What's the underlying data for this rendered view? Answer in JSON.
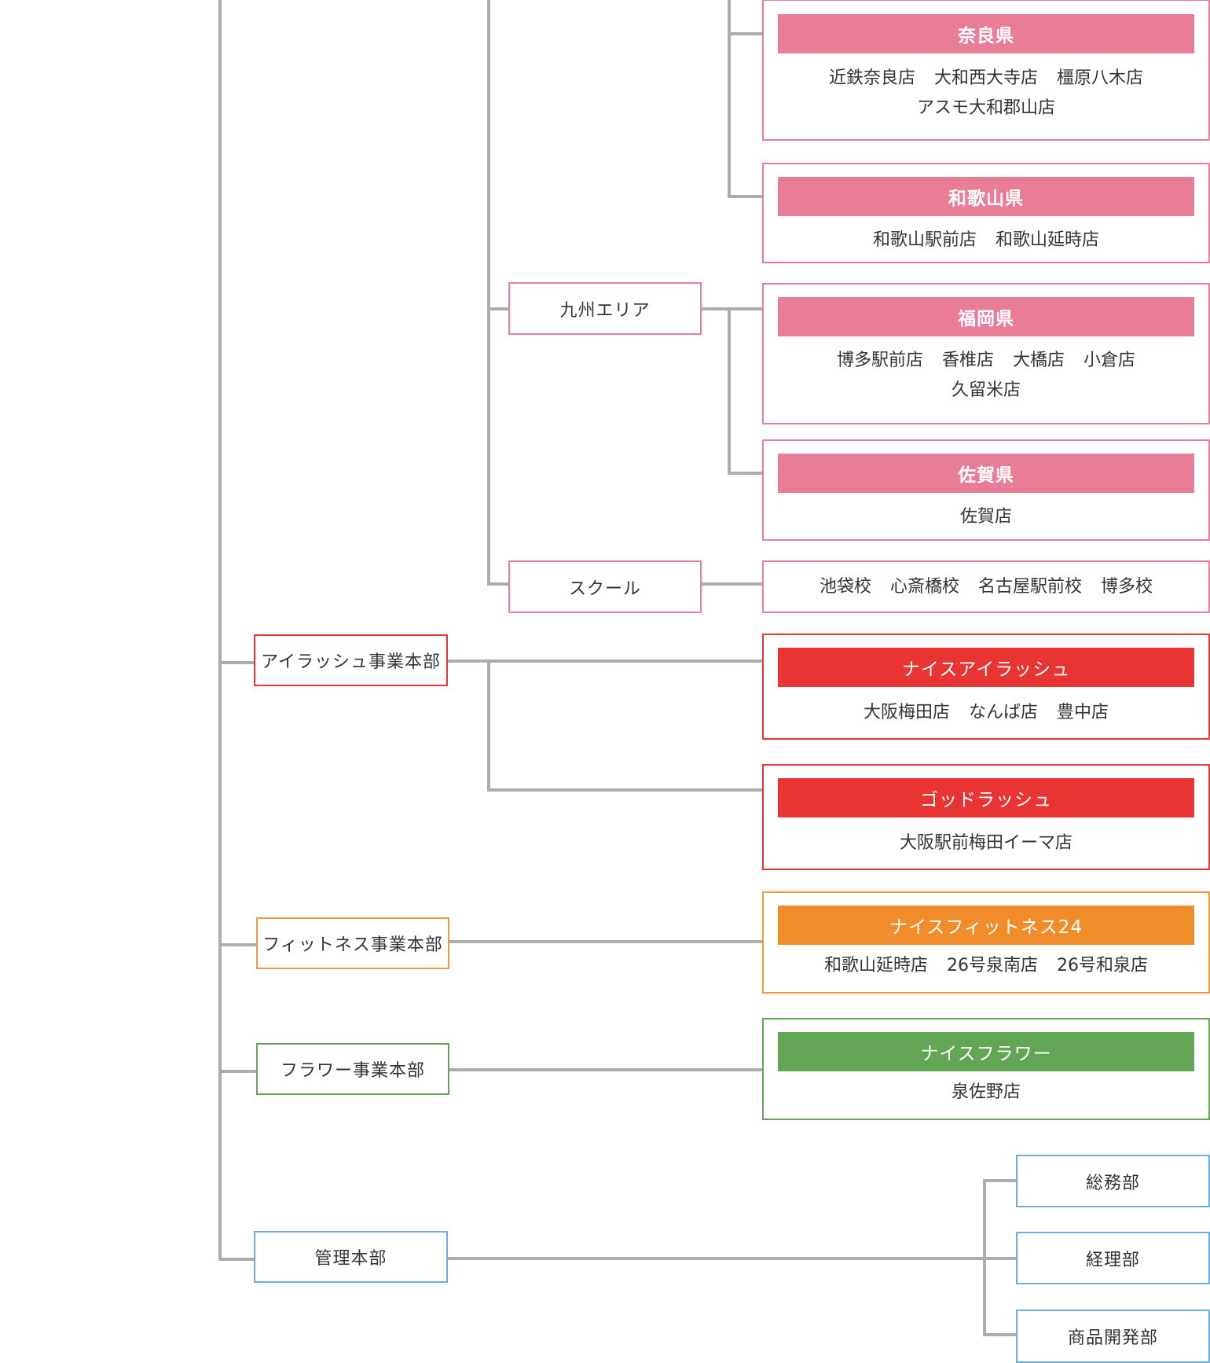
{
  "colors": {
    "area": "#e97d98",
    "eyelash": "#e93434",
    "fitness": "#f08d2a",
    "flower": "#62a655",
    "admin": "#6aaedd",
    "connector": "#adadad"
  },
  "divisions": {
    "kyushu_area": "九州エリア",
    "school": "スクール",
    "eyelash_hq": "アイラッシュ事業本部",
    "fitness_hq": "フィットネス事業本部",
    "flower_hq": "フラワー事業本部",
    "admin_hq": "管理本部"
  },
  "prefectures": [
    {
      "name": "奈良県",
      "stores": [
        "近鉄奈良店",
        "大和西大寺店",
        "橿原八木店",
        "アスモ大和郡山店"
      ]
    },
    {
      "name": "和歌山県",
      "stores": [
        "和歌山駅前店",
        "和歌山延時店"
      ]
    },
    {
      "name": "福岡県",
      "stores": [
        "博多駅前店",
        "香椎店",
        "大橋店",
        "小倉店",
        "久留米店"
      ]
    },
    {
      "name": "佐賀県",
      "stores": [
        "佐賀店"
      ]
    }
  ],
  "schools": [
    "池袋校",
    "心斎橋校",
    "名古屋駅前校",
    "博多校"
  ],
  "brands": [
    {
      "name": "ナイスアイラッシュ",
      "stores": [
        "大阪梅田店",
        "なんば店",
        "豊中店"
      ]
    },
    {
      "name": "ゴッドラッシュ",
      "stores": [
        "大阪駅前梅田イーマ店"
      ]
    },
    {
      "name": "ナイスフィットネス24",
      "stores": [
        "和歌山延時店",
        "26号泉南店",
        "26号和泉店"
      ]
    },
    {
      "name": "ナイスフラワー",
      "stores": [
        "泉佐野店"
      ]
    }
  ],
  "departments": [
    "総務部",
    "経理部",
    "商品開発部"
  ]
}
